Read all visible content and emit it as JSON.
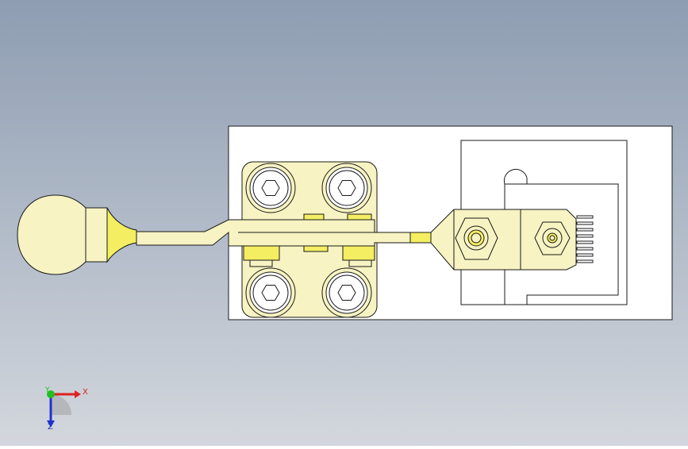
{
  "viewport": {
    "background_top": "#8e9db2",
    "background_bottom": "#d3d7dd"
  },
  "model": {
    "part_fill": "#f7f3c2",
    "highlight_fill": "#f4ee62",
    "edge_color": "#1a1a1a",
    "plate_fill": "#ffffff",
    "bolt_count": 4
  },
  "triad": {
    "x_label": "X",
    "y_label": "Y",
    "z_label": "Z",
    "x_color": "#e02020",
    "y_color": "#20c020",
    "z_color": "#2030d0"
  }
}
